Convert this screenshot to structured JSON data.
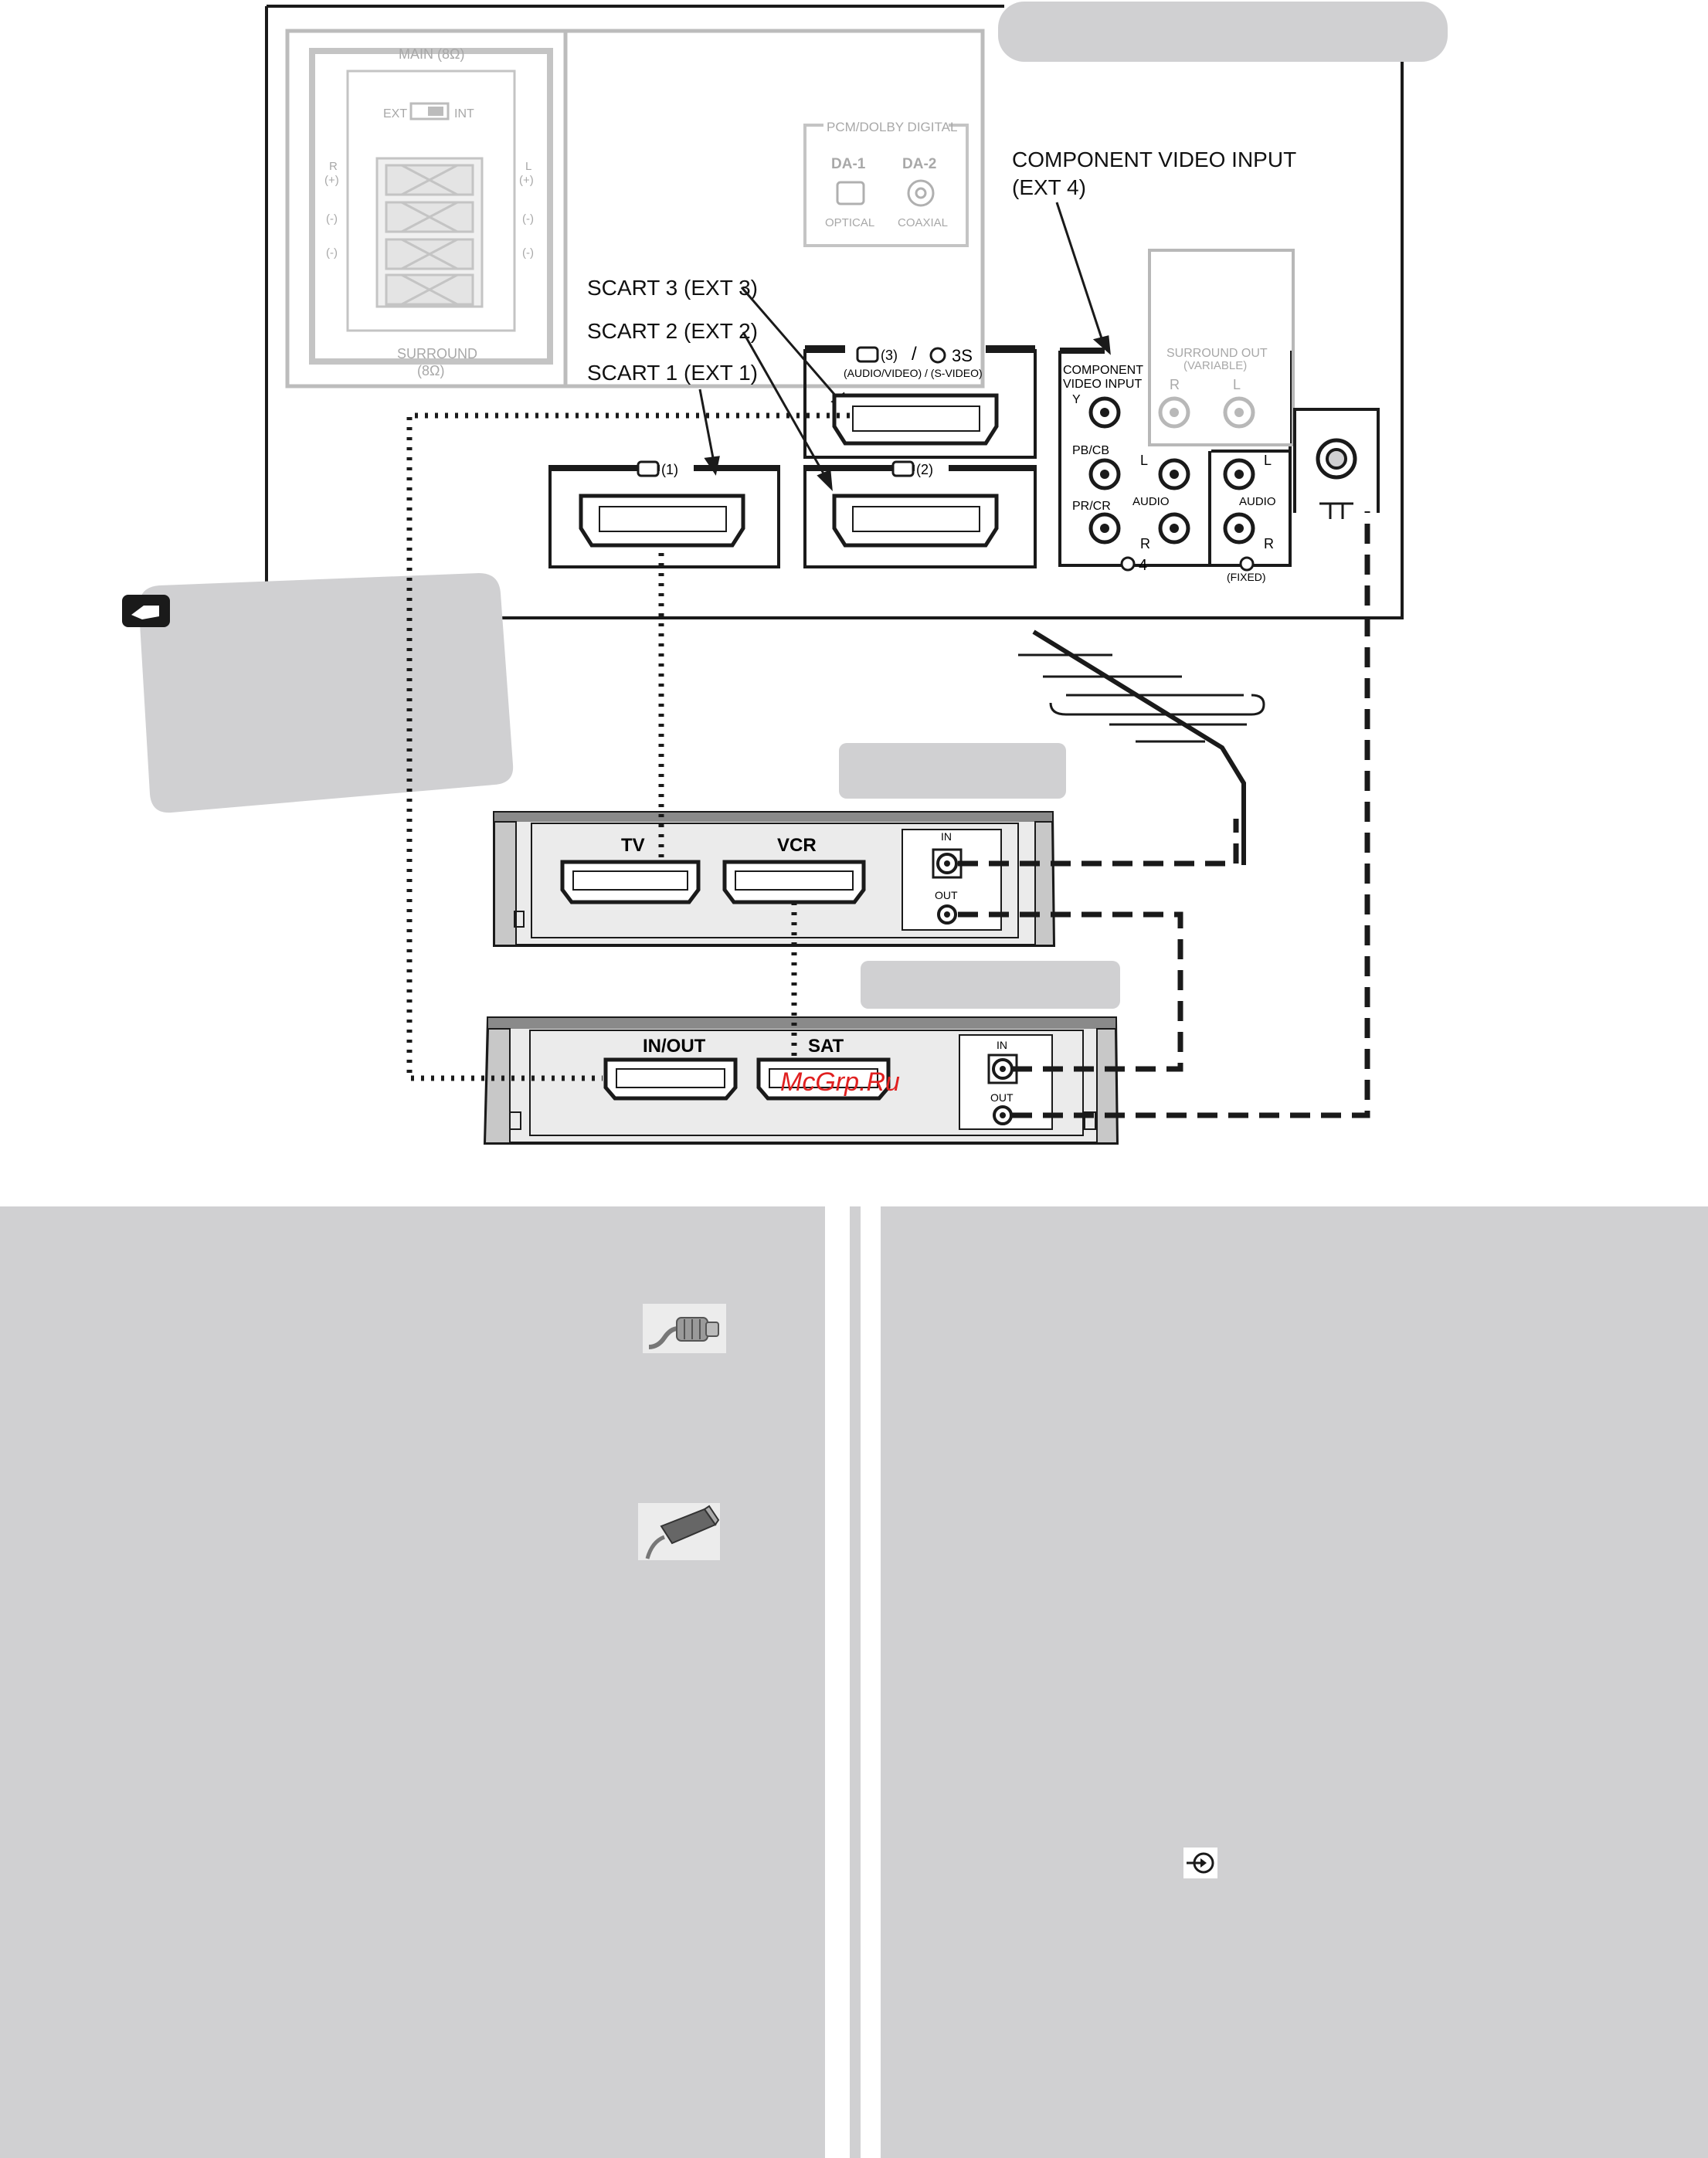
{
  "rear_panel": {
    "speakers": {
      "main": "MAIN (8Ω)",
      "surround": "SURROUND",
      "surround_ohm": "(8Ω)",
      "ext": "EXT",
      "int": "INT",
      "r_plus": "R",
      "plus": "(+)",
      "minus": "(-)",
      "l_plus": "L"
    },
    "digital": {
      "title": "PCM/DOLBY DIGITAL",
      "da1": "DA-1",
      "da2": "DA-2",
      "optical": "OPTICAL",
      "coaxial": "COAXIAL"
    },
    "scart1": "(1)",
    "scart2": "(2)",
    "scart3": "(3)",
    "scart3_s": "3S",
    "scart3_sub": "(AUDIO/VIDEO) / (S-VIDEO)",
    "component": {
      "title1": "COMPONENT",
      "title2": "VIDEO INPUT",
      "y": "Y",
      "pb": "PB/CB",
      "pr": "PR/CR",
      "audio": "AUDIO",
      "l": "L",
      "r": "R",
      "input4": "4"
    },
    "surround_out": {
      "title": "SURROUND OUT",
      "sub": "(VARIABLE)",
      "r": "R",
      "l": "L"
    },
    "audio_out": {
      "audio": "AUDIO",
      "l": "L",
      "r": "R",
      "fixed": "(FIXED)"
    }
  },
  "callouts": {
    "component_video": "COMPONENT VIDEO INPUT",
    "component_video_ext": "(EXT 4)",
    "scart3": "SCART 3 (EXT 3)",
    "scart2": "SCART 2 (EXT 2)",
    "scart1": "SCART 1 (EXT 1)"
  },
  "vcr": {
    "tv": "TV",
    "vcr": "VCR",
    "in": "IN",
    "out": "OUT"
  },
  "sat": {
    "in_out": "IN/OUT",
    "sat": "SAT",
    "in": "IN",
    "out": "OUT"
  },
  "watermark": "McGrp.Ru",
  "colors": {
    "panel_gray": "#d0d0d2",
    "line": "#1a1a1a",
    "watermark": "#e02020"
  }
}
